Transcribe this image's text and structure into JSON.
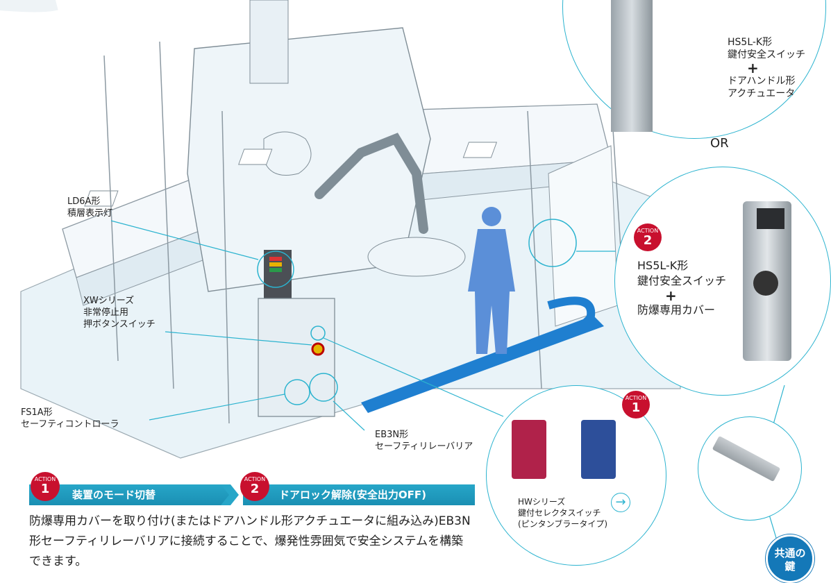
{
  "labels": {
    "ld6a_line1": "LD6A形",
    "ld6a_line2": "積層表示灯",
    "xw_line1": "XWシリーズ",
    "xw_line2": "非常停止用",
    "xw_line3": "押ボタンスイッチ",
    "fs1a_line1": "FS1A形",
    "fs1a_line2": "セーフティコントローラ",
    "eb3n_line1": "EB3N形",
    "eb3n_line2": "セーフティリレーバリア"
  },
  "top_circle": {
    "line1": "HS5L-K形",
    "line2": "鍵付安全スイッチ",
    "plus": "+",
    "line3": "ドアハンドル形",
    "line4": "アクチュエータ"
  },
  "or_text": "OR",
  "mid_circle": {
    "badge_text": "ACTION",
    "badge_num": "2",
    "line1": "HS5L-K形",
    "line2": "鍵付安全スイッチ",
    "plus": "+",
    "line3": "防爆専用カバー"
  },
  "bottom_circle": {
    "badge_text": "ACTION",
    "badge_num": "1",
    "line1": "HWシリーズ",
    "line2": "鍵付セレクタスイッチ",
    "line3": "(ピンタンブラータイプ)",
    "arrow": "→"
  },
  "common_key": {
    "line1": "共通の",
    "line2": "鍵"
  },
  "steps": [
    {
      "badge_text": "ACTION",
      "num": "1",
      "label": "装置のモード切替"
    },
    {
      "badge_text": "ACTION",
      "num": "2",
      "label": "ドアロック解除(安全出力OFF)"
    }
  ],
  "description": "防爆専用カバーを取り付け(またはドアハンドル形アクチュエータに組み込み)EB3N形セーフティリレーバリアに接続することで、爆発性雰囲気で安全システムを構築できます。",
  "colors": {
    "accent": "#2bb3cf",
    "badge": "#c8102e",
    "step_bar": "#1a8fb3",
    "flow_arrow": "#1f7fd0",
    "worker": "#5b8fd8",
    "common_key": "#1478b8"
  }
}
